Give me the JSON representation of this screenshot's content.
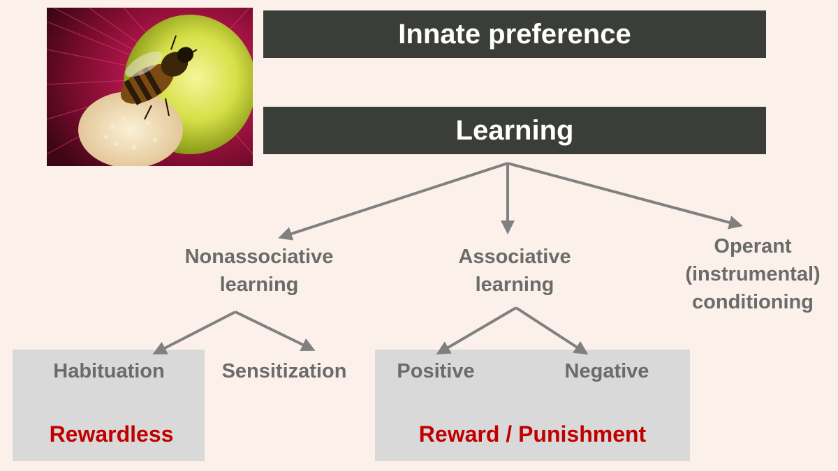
{
  "header": {
    "innate": "Innate preference",
    "learning": "Learning"
  },
  "branches": {
    "nonassociative": [
      "Nonassociative",
      "learning"
    ],
    "associative": [
      "Associative",
      "learning"
    ],
    "operant": [
      "Operant",
      "(instrumental)",
      "conditioning"
    ]
  },
  "leaves": {
    "habituation": "Habituation",
    "sensitization": "Sensitization",
    "positive": "Positive",
    "negative": "Negative"
  },
  "outcomes": {
    "rewardless": "Rewardless",
    "reward_punishment": "Reward / Punishment"
  },
  "colors": {
    "background": "#fcf0ea",
    "bar": "#3a3d38",
    "box": "#d9d9d9",
    "text_gray": "#6b6b6b",
    "accent_red": "#c00000",
    "arrow": "#808080"
  },
  "image": {
    "subject": "bee-on-flower"
  }
}
